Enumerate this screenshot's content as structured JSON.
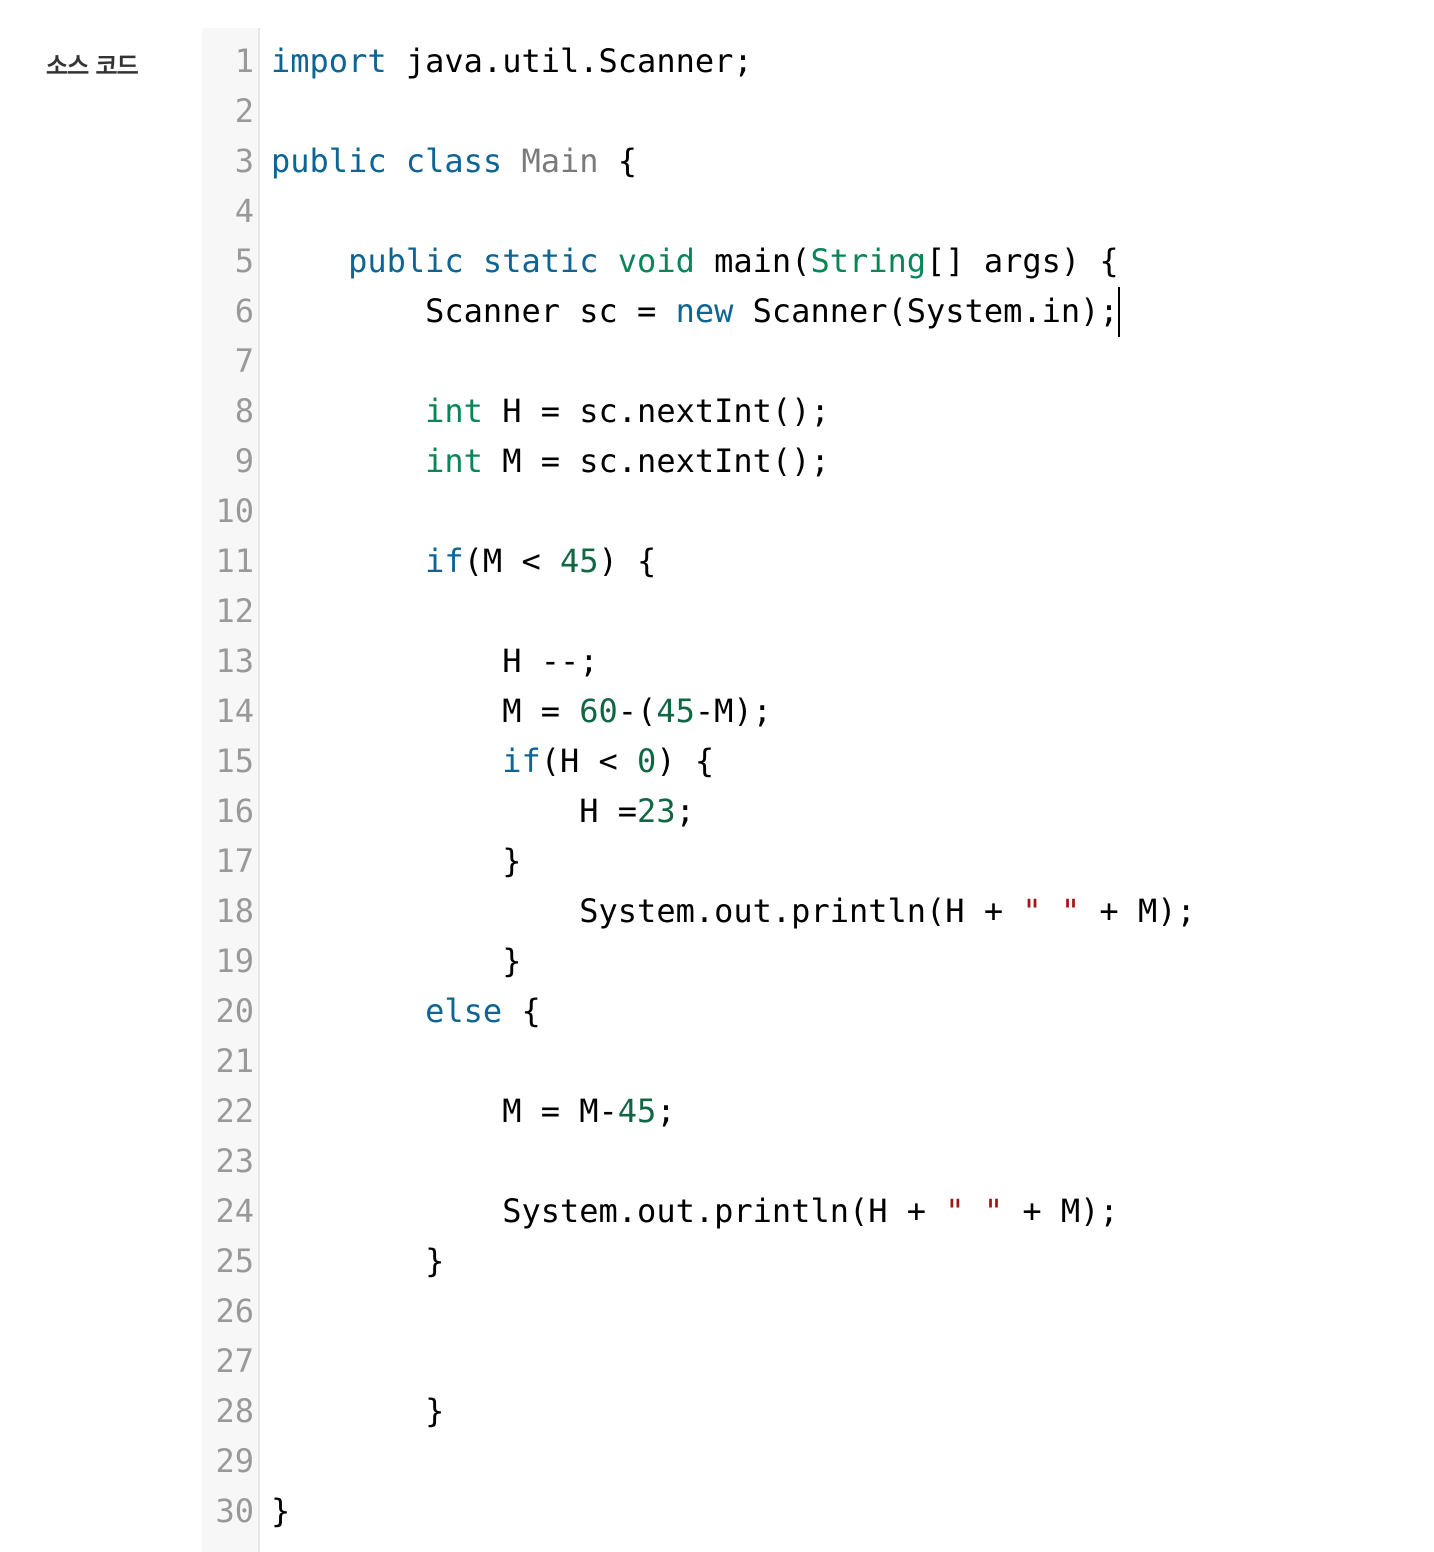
{
  "label": "소스 코드",
  "colors": {
    "keyword": "#0e6594",
    "type": "#098658",
    "number": "#116644",
    "string": "#a31515",
    "classname": "#7a7a7a",
    "line_number": "#999999",
    "gutter_bg": "#f7f7f7"
  },
  "lines": [
    [
      [
        "kw",
        "import"
      ],
      [
        "",
        " java.util.Scanner;"
      ]
    ],
    [],
    [
      [
        "kw",
        "public"
      ],
      [
        "",
        " "
      ],
      [
        "kw",
        "class"
      ],
      [
        "",
        " "
      ],
      [
        "cl",
        "Main"
      ],
      [
        "",
        " {"
      ]
    ],
    [],
    [
      [
        "",
        "    "
      ],
      [
        "kw",
        "public"
      ],
      [
        "",
        " "
      ],
      [
        "kw",
        "static"
      ],
      [
        "",
        " "
      ],
      [
        "ty",
        "void"
      ],
      [
        "",
        " main("
      ],
      [
        "ty",
        "String"
      ],
      [
        "",
        "[] args) {"
      ]
    ],
    [
      [
        "",
        "        Scanner sc = "
      ],
      [
        "kw",
        "new"
      ],
      [
        "",
        " Scanner(System.in);"
      ]
    ],
    [],
    [
      [
        "",
        "        "
      ],
      [
        "ty",
        "int"
      ],
      [
        "",
        " H = sc.nextInt();"
      ]
    ],
    [
      [
        "",
        "        "
      ],
      [
        "ty",
        "int"
      ],
      [
        "",
        " M = sc.nextInt();"
      ]
    ],
    [],
    [
      [
        "",
        "        "
      ],
      [
        "kw",
        "if"
      ],
      [
        "",
        "(M < "
      ],
      [
        "nm",
        "45"
      ],
      [
        "",
        ") {"
      ]
    ],
    [],
    [
      [
        "",
        "            H --;"
      ]
    ],
    [
      [
        "",
        "            M = "
      ],
      [
        "nm",
        "60"
      ],
      [
        "",
        "-("
      ],
      [
        "nm",
        "45"
      ],
      [
        "",
        "-M);"
      ]
    ],
    [
      [
        "",
        "            "
      ],
      [
        "kw",
        "if"
      ],
      [
        "",
        "(H < "
      ],
      [
        "nm",
        "0"
      ],
      [
        "",
        ") {"
      ]
    ],
    [
      [
        "",
        "                H ="
      ],
      [
        "nm",
        "23"
      ],
      [
        "",
        ";"
      ]
    ],
    [
      [
        "",
        "            }"
      ]
    ],
    [
      [
        "",
        "                System.out.println(H + "
      ],
      [
        "st",
        "\" \""
      ],
      [
        "",
        " + M);"
      ]
    ],
    [
      [
        "",
        "            }"
      ]
    ],
    [
      [
        "",
        "        "
      ],
      [
        "kw",
        "else"
      ],
      [
        "",
        " {"
      ]
    ],
    [],
    [
      [
        "",
        "            M = M-"
      ],
      [
        "nm",
        "45"
      ],
      [
        "",
        ";"
      ]
    ],
    [],
    [
      [
        "",
        "            System.out.println(H + "
      ],
      [
        "st",
        "\" \""
      ],
      [
        "",
        " + M);"
      ]
    ],
    [
      [
        "",
        "        }"
      ]
    ],
    [],
    [],
    [
      [
        "",
        "        }"
      ]
    ],
    [],
    [
      [
        "",
        "}"
      ]
    ]
  ]
}
